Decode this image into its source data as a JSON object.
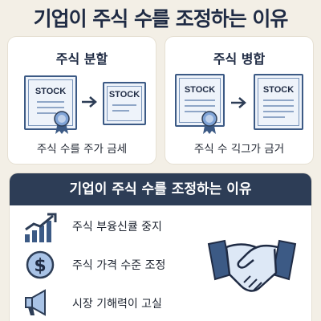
{
  "title": "기업이 주식 수를 조정하는 이유",
  "split_panel": {
    "title": "주식 분할",
    "certificate_label": "STOCK",
    "caption": "주식 수를 주가 금세"
  },
  "merge_panel": {
    "title": "주식 병합",
    "certificate_label": "STOCK",
    "caption": "주식 수 긱그가 금거"
  },
  "reasons": {
    "header": "기업이 주식 수를 조정하는 이유",
    "items": [
      {
        "icon": "rising-chart-icon",
        "label": "주식 부융신큘 중지"
      },
      {
        "icon": "dollar-coin-icon",
        "label": "주식 가격 수준 조정"
      },
      {
        "icon": "megaphone-icon",
        "label": "시장 기해력이 고실"
      }
    ]
  },
  "colors": {
    "navy": "#2d3d56",
    "accent_blue": "#3c5a85",
    "light_blue": "#7fa3d6",
    "background": "#f3efe6"
  }
}
